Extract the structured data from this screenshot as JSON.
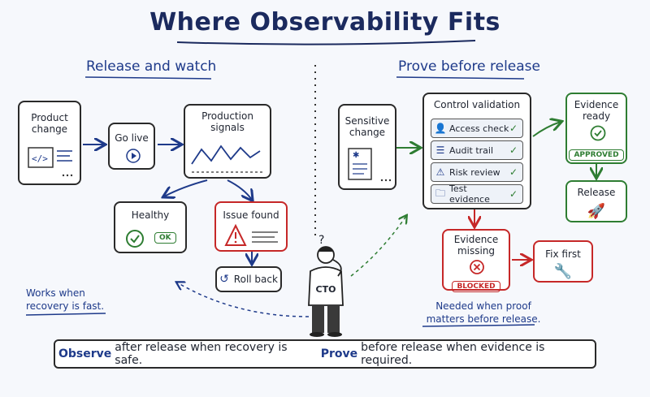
{
  "title": "Where Observability Fits",
  "left": {
    "heading": "Release and watch",
    "product_change": "Product change",
    "go_live": "Go live",
    "production_signals": "Production signals",
    "healthy": "Healthy",
    "ok": "OK",
    "issue_found": "Issue found",
    "roll_back": "Roll back",
    "note": "Works when recovery is fast."
  },
  "right": {
    "heading": "Prove before release",
    "sensitive_change": "Sensitive change",
    "control_validation": "Control validation",
    "controls": [
      "Access check",
      "Audit trail",
      "Risk review",
      "Test evidence"
    ],
    "evidence_ready": "Evidence ready",
    "approved": "APPROVED",
    "release": "Release",
    "evidence_missing": "Evidence missing",
    "blocked": "BLOCKED",
    "fix_first": "Fix first",
    "note": "Needed when proof matters before release."
  },
  "person": {
    "label": "CTO",
    "thought": "?"
  },
  "footer": {
    "observe": "Observe",
    "text1": "after release when recovery is safe.",
    "prove": "Prove",
    "text2": "before release when evidence is required."
  },
  "colors": {
    "ink": "#1e3a8a",
    "green": "#2e7d32",
    "red": "#c62828"
  }
}
